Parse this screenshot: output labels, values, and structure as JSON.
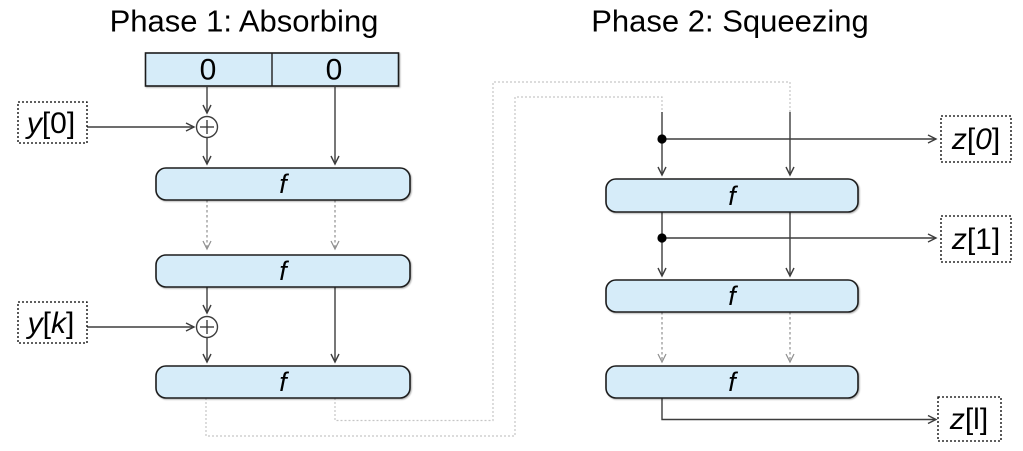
{
  "diagram": {
    "phase1": {
      "title": "Phase 1: Absorbing",
      "state_register": {
        "left_value": "0",
        "right_value": "0"
      },
      "f_label": "f",
      "inputs": {
        "y0": {
          "s1": "y",
          "s2": "[0]"
        },
        "yk": {
          "s1": "y",
          "s2": "[",
          "s3": "k",
          "s4": "]"
        }
      }
    },
    "phase2": {
      "title": "Phase 2: Squeezing",
      "f_label": "f",
      "outputs": {
        "z0": {
          "s1": "z",
          "s2": "[",
          "s3": "0",
          "s4": "]"
        },
        "z1": {
          "s1": "z",
          "s2": "[1]"
        },
        "zl": {
          "s1": "z",
          "s2": "[l]"
        }
      }
    },
    "icons": {
      "xor": "circled-plus-xor",
      "junction": "filled-junction-dot",
      "arrowhead": "open-v-arrowhead"
    },
    "colors": {
      "box_fill": "#d6ecf9",
      "box_stroke": "#1f1f1f",
      "arrow": "#3d3d3d",
      "dashed_connector": "#8f8f8f",
      "feedback_line": "#c6c6c6",
      "junction_dot": "#000000",
      "background": "#ffffff"
    }
  }
}
